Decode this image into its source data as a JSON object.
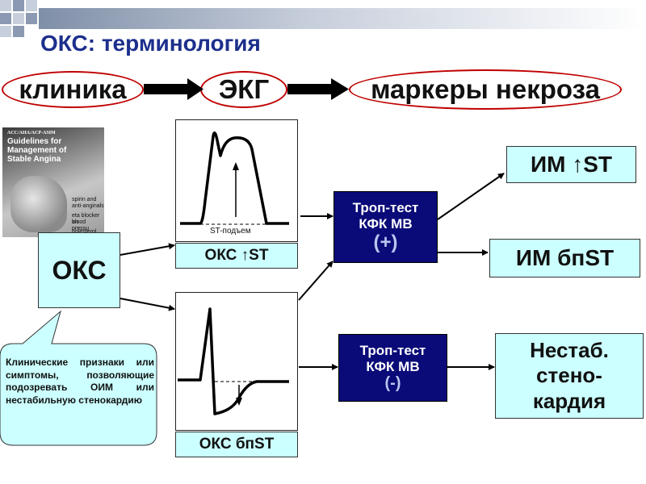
{
  "title": "ОКС: терминология",
  "colors": {
    "title": "#1c2f8c",
    "oval_border": "#c00000",
    "cyan_box": "#ccffff",
    "navy_box": "#0a0a78",
    "navy_sign": "#b9c6ee"
  },
  "header_flow": {
    "steps": [
      "клиника",
      "ЭКГ",
      "маркеры некроза"
    ]
  },
  "book_cover": {
    "publisher": "ACC/AHA/ACP-ASIM",
    "title_lines": [
      "Guidelines for",
      "Management of",
      "Stable Angina"
    ],
    "list_lines": [
      "spirin and",
      "anti-anginals",
      "eta blocker an",
      "blood pressu",
      "holesterol an"
    ]
  },
  "oks": {
    "label": "ОКС"
  },
  "callout": {
    "text": "Клинические признаки или симптомы, позволяющие подозревать ОИМ или нестабильную стенокардию"
  },
  "ecg_top": {
    "annotation": "ST-подъем",
    "caption": "ОКС ↑ST"
  },
  "ecg_bottom": {
    "caption": "ОКС бпST"
  },
  "trop_positive": {
    "line1": "Троп-тест",
    "line2": "КФК МВ",
    "sign": "(+)"
  },
  "trop_negative": {
    "line1": "Троп-тест",
    "line2": "КФК МВ",
    "sign": "(-)"
  },
  "outcomes": {
    "im_st": "ИМ ↑ST",
    "im_bpst": "ИМ бпST",
    "unstable": "Нестаб. стено- кардия"
  }
}
